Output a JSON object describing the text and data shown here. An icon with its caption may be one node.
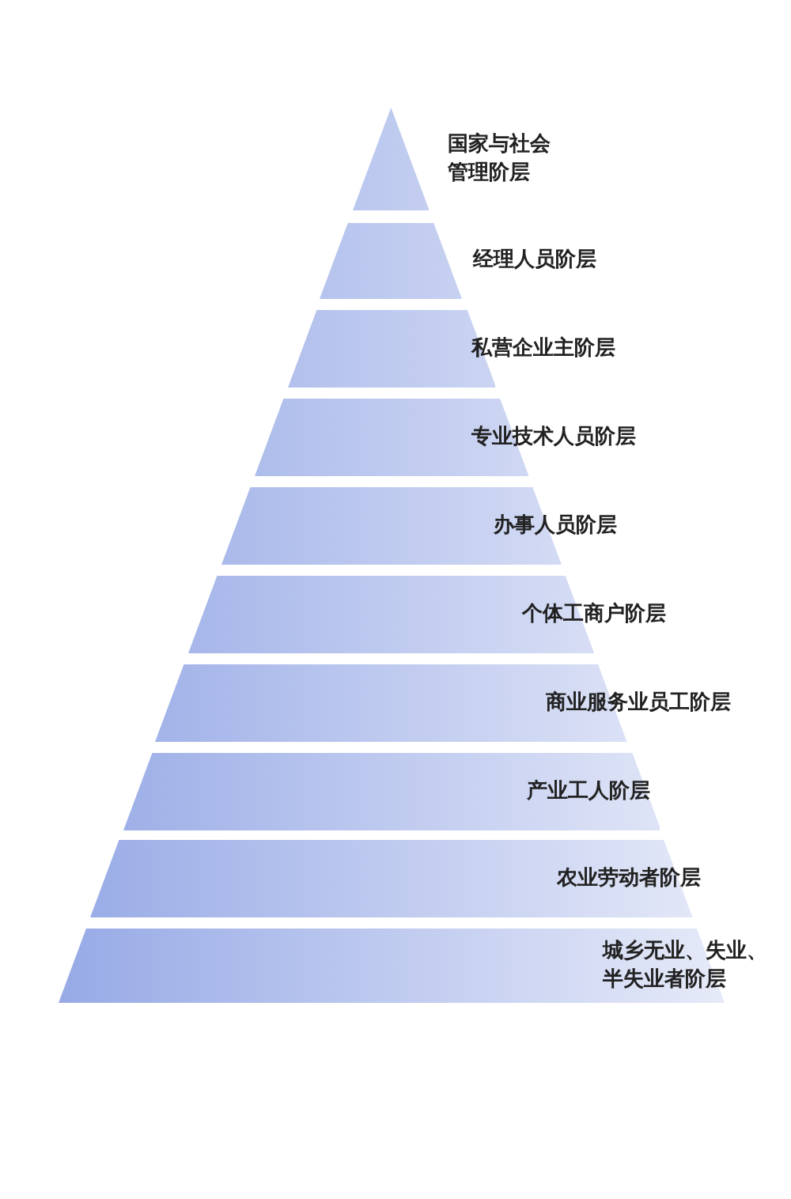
{
  "diagram": {
    "nodes": [
      {
        "text": [
          "国家与社会管理阶层"
        ]
      },
      {
        "text": [
          "经理人员阶层"
        ]
      },
      {
        "text": [
          "私营企业主阶层"
        ]
      },
      {
        "text": [
          "专业技术人员阶层"
        ]
      },
      {
        "text": [
          "办事人员阶层"
        ]
      },
      {
        "text": [
          "个体工商户阶层"
        ]
      },
      {
        "text": [
          "商业服务业员工阶层"
        ]
      },
      {
        "text": [
          "产业工人阶层"
        ]
      },
      {
        "text": [
          "农业劳动者阶层"
        ]
      },
      {
        "text": [
          "城乡无业、失业、半失业者阶层"
        ]
      }
    ]
  }
}
